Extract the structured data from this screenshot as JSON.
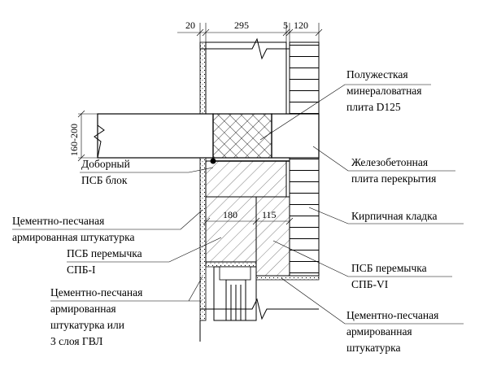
{
  "dimensions": {
    "top_20": "20",
    "top_295": "295",
    "top_5": "5",
    "top_120": "120",
    "side_slab": "160-200",
    "mid_180": "180",
    "mid_115": "115"
  },
  "labels": {
    "mineral_plate": [
      "Полужесткая",
      "минераловатная",
      "плита D125"
    ],
    "concrete_slab": [
      "Железобетонная",
      "плита перекрытия"
    ],
    "extra_psb": [
      "Доборный",
      "ПСБ блок"
    ],
    "cement_plaster_left": [
      "Цементно-песчаная",
      "армированная штукатурка"
    ],
    "brick": [
      "Кирпичная кладка"
    ],
    "psb_lintel_1": [
      "ПСБ перемычка",
      "СПБ-I"
    ],
    "psb_lintel_6": [
      "ПСБ перемычка",
      "СПБ-VI"
    ],
    "cement_plaster_gvl": [
      "Цементно-песчаная",
      "армированная",
      "штукатурка или",
      "3 слоя ГВЛ"
    ],
    "cement_plaster_right": [
      "Цементно-песчаная",
      "армированная",
      "штукатурка"
    ]
  },
  "colors": {
    "ink": "#000000",
    "paper": "#ffffff"
  }
}
